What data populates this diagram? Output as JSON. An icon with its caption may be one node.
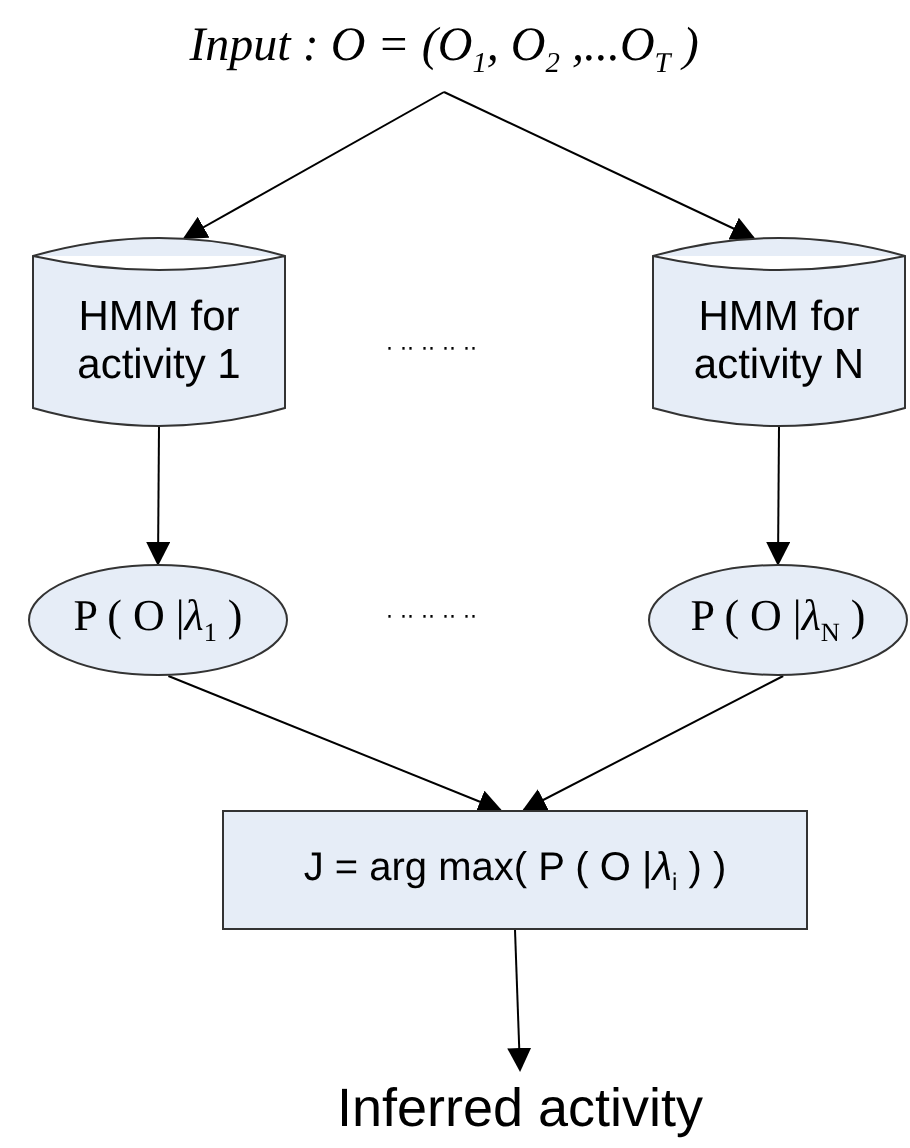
{
  "diagram": {
    "nodes": [
      {
        "text": [
          "Input : O = (O$_{1}$, O$_{2}$ ,...O$_{T}$ )"
        ]
      },
      {
        "text": [
          "HMM for activity 1"
        ]
      },
      {
        "text": [
          "HMM for activity N"
        ]
      },
      {
        "text": [
          "P ( O |*λ*$_{1}$ )"
        ]
      },
      {
        "text": [
          "P ( O |*λ*$_{N}$ )"
        ]
      },
      {
        "text": [
          "J = arg max( P ( O |*λ*$_{i}$ ) )"
        ]
      },
      {
        "text": [
          "Inferred activity"
        ]
      }
    ],
    "edges": [
      {
        "from": 0,
        "to": 1,
        "arrow": "to"
      },
      {
        "from": 0,
        "to": 2,
        "arrow": "to"
      },
      {
        "from": 1,
        "to": 3,
        "arrow": "to"
      },
      {
        "from": 2,
        "to": 4,
        "arrow": "to"
      },
      {
        "from": 3,
        "to": 5,
        "arrow": "to"
      },
      {
        "from": 4,
        "to": 5,
        "arrow": "to"
      },
      {
        "from": 5,
        "to": 6,
        "arrow": "to"
      }
    ],
    "labels": [
      "· ·· ·· ·· ··",
      "· ·· ·· ·· ··"
    ]
  }
}
